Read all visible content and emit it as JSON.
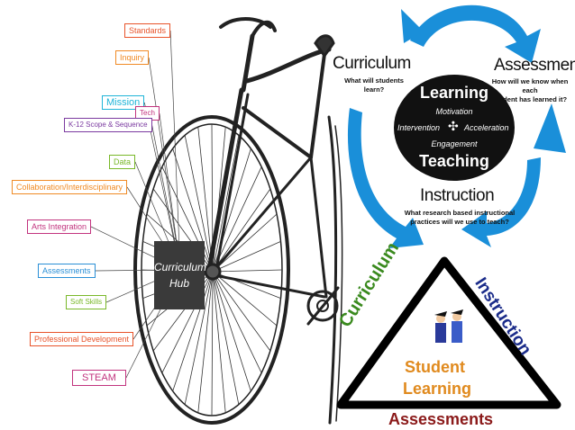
{
  "bike_diagram": {
    "hub": {
      "line1": "Curriculum",
      "line2": "Hub"
    },
    "labels": [
      {
        "text": "Standards",
        "color": "#e8532a"
      },
      {
        "text": "Inquiry",
        "color": "#f08a24"
      },
      {
        "text": "Mission",
        "color": "#1fb4d8"
      },
      {
        "text": "Tech",
        "color": "#c2337e"
      },
      {
        "text": "K-12 Scope & Sequence",
        "color": "#7b3aa0"
      },
      {
        "text": "Data",
        "color": "#79b829"
      },
      {
        "text": "Collaboration/Interdisciplinary",
        "color": "#f08a24"
      },
      {
        "text": "Arts Integration",
        "color": "#c2337e"
      },
      {
        "text": "Assessments",
        "color": "#2a8fd6"
      },
      {
        "text": "Soft Skills",
        "color": "#79b829"
      },
      {
        "text": "Professional Development",
        "color": "#e8532a"
      },
      {
        "text": "STEAM",
        "color": "#c2337e"
      }
    ]
  },
  "cycle_diagram": {
    "curriculum": {
      "title": "Curriculum",
      "question": "What will students learn?"
    },
    "assessment": {
      "title": "Assessment",
      "question_line1": "How will we know when each",
      "question_line2": "student has learned it?"
    },
    "instruction": {
      "title": "Instruction",
      "question_line1": "What research based instructional",
      "question_line2": "practices will we use to teach?"
    },
    "center": {
      "top": "Learning",
      "motivation": "Motivation",
      "intervention": "Intervention",
      "acceleration": "Acceleration",
      "engagement": "Engagement",
      "bottom": "Teaching"
    },
    "arrow_color": "#1a8fd9"
  },
  "triangle_diagram": {
    "left": "Curriculum",
    "right": "Instruction",
    "bottom": "Assessments",
    "center_line1": "Student",
    "center_line2": "Learning",
    "colors": {
      "left": "#3a8a1e",
      "right": "#1b2c8a",
      "bottom": "#8b1a1a",
      "center": "#e08a1e"
    }
  }
}
